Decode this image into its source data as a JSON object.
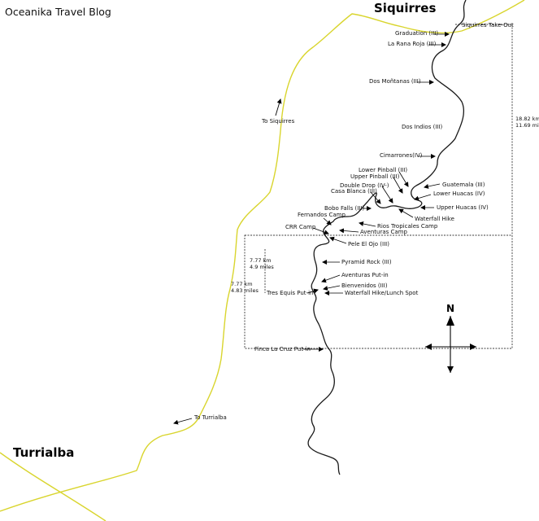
{
  "header": {
    "blog_title": "Oceanika Travel Blog"
  },
  "cities": {
    "top": "Siquirres",
    "bottom": "Turrialba"
  },
  "directions": {
    "to_siquirres": "To Siquirres",
    "to_turrialba": "To Turrialba"
  },
  "compass": {
    "north": "N"
  },
  "segments": {
    "upper": {
      "km": "18.82 km",
      "miles": "11.69 miles"
    },
    "lower_outer": {
      "km": "7.77 km",
      "miles": "4.83 miles"
    },
    "lower_inner": {
      "km": "7.77 km",
      "miles": "4.9 miles"
    }
  },
  "places": [
    "Siquirres Take-Out",
    "Graduation (III)",
    "La Rana Roja (III)",
    "Dos Moñtanas (III)",
    "Dos Indios (III)",
    "Cimarrones(IV)",
    "Lower Pinball (III)",
    "Upper Pinball (III)",
    "Guatemala (III)",
    "Double Drop (IV-)",
    "Casa Blanca (III)",
    "Lower Huacas (IV)",
    "Upper Huacas (IV)",
    "Bobo Falls (III)",
    "Waterfall Hike",
    "Fernandos Camp",
    "Rios Tropicales Camp",
    "Aventuras Camp",
    "CRR Camp",
    "Pele El Ojo (III)",
    "Pyramid Rock (III)",
    "Aventuras Put-in",
    "Bienvenidos (III)",
    "Tres Equis Put-in",
    "Waterfall Hike/Lunch Spot",
    "Finca La Cruz Put-in"
  ],
  "colors": {
    "road": "#d9d52e",
    "river": "#1a1a1a",
    "labels": "#111111"
  }
}
